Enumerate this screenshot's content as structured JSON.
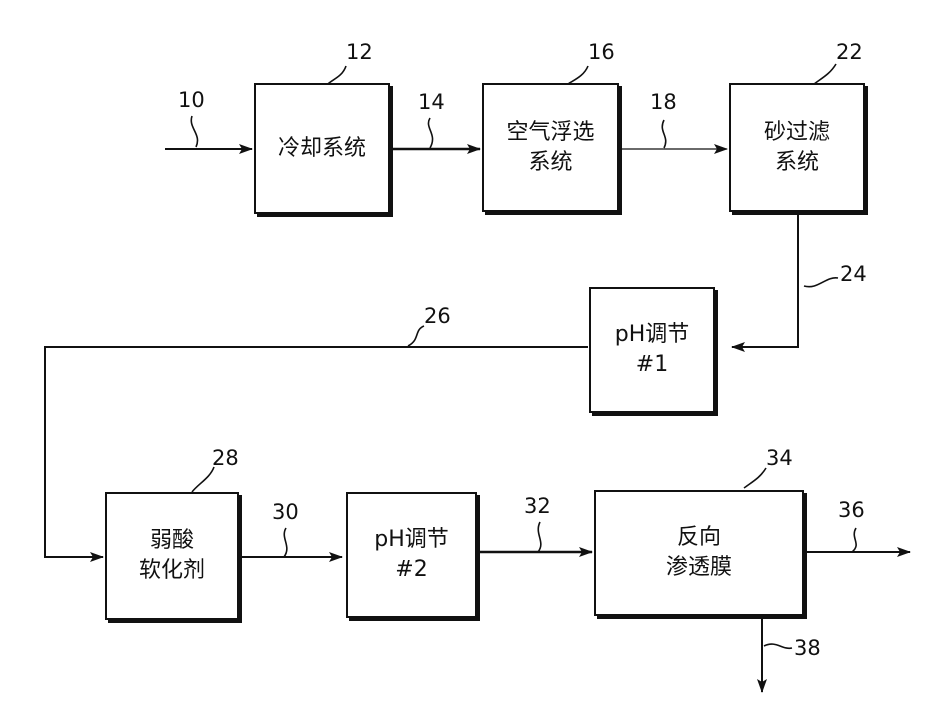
{
  "boxes": {
    "cooling": {
      "line1": "冷却系统",
      "line2": ""
    },
    "air_flotation": {
      "line1": "空气浮选",
      "line2": "系统"
    },
    "sand_filter": {
      "line1": "砂过滤",
      "line2": "系统"
    },
    "ph1": {
      "line1": "pH调节",
      "line2": "#1"
    },
    "softener": {
      "line1": "弱酸",
      "line2": "软化剂"
    },
    "ph2": {
      "line1": "pH调节",
      "line2": "#2"
    },
    "ro": {
      "line1": "反向",
      "line2": "渗透膜"
    }
  },
  "refs": {
    "r10": "10",
    "r12": "12",
    "r14": "14",
    "r16": "16",
    "r18": "18",
    "r22": "22",
    "r24": "24",
    "r26": "26",
    "r28": "28",
    "r30": "30",
    "r32": "32",
    "r34": "34",
    "r36": "36",
    "r38": "38"
  }
}
